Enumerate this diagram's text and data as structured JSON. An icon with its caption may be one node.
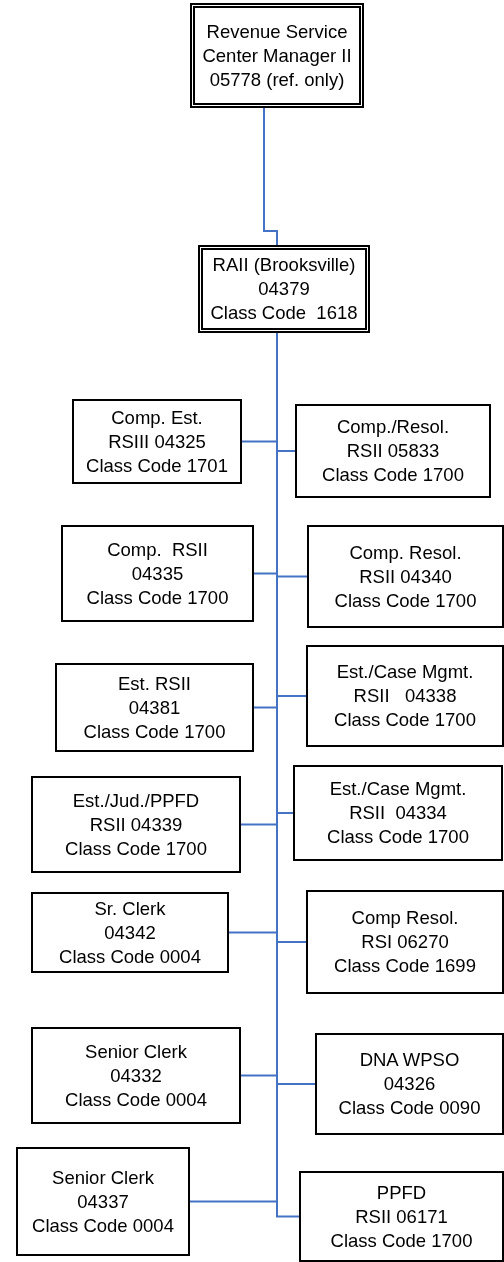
{
  "diagram": {
    "nodes": [
      {
        "text": [
          "Revenue Service",
          "Center Manager II",
          "05778 (ref. only)"
        ]
      },
      {
        "text": [
          "RAII (Brooksville)",
          "04379",
          "Class Code  1618"
        ]
      },
      {
        "text": [
          "Comp. Est.",
          "RSIII 04325",
          "Class Code 1701"
        ]
      },
      {
        "text": [
          "Comp./Resol.",
          "RSII 05833",
          "Class Code 1700"
        ]
      },
      {
        "text": [
          "Comp.  RSII",
          "04335",
          "Class Code 1700"
        ]
      },
      {
        "text": [
          "Comp. Resol.",
          "RSII 04340",
          "Class Code 1700"
        ]
      },
      {
        "text": [
          "Est./Case Mgmt.",
          "RSII   04338",
          "Class Code 1700"
        ]
      },
      {
        "text": [
          "Est. RSII",
          "04381",
          "Class Code 1700"
        ]
      },
      {
        "text": [
          "Est./Jud./PPFD",
          "RSII 04339",
          "Class Code 1700"
        ]
      },
      {
        "text": [
          "Est./Case Mgmt.",
          "RSII  04334",
          "Class Code 1700"
        ]
      },
      {
        "text": [
          "Sr. Clerk",
          "04342",
          "Class Code 0004"
        ]
      },
      {
        "text": [
          "Comp Resol.",
          "RSI 06270",
          "Class Code 1699"
        ]
      },
      {
        "text": [
          "Senior Clerk",
          "04332",
          "Class Code 0004"
        ]
      },
      {
        "text": [
          "DNA WPSO",
          "04326",
          "Class Code 0090"
        ]
      },
      {
        "text": [
          "Senior Clerk",
          "04337",
          "Class Code 0004"
        ]
      },
      {
        "text": [
          "PPFD",
          "RSII 06171",
          "Class Code 1700"
        ]
      }
    ],
    "edges": [
      {
        "from": 0,
        "to": 1,
        "arrow": "none"
      },
      {
        "from": 1,
        "to": 2,
        "arrow": "none"
      },
      {
        "from": 1,
        "to": 3,
        "arrow": "none"
      },
      {
        "from": 1,
        "to": 4,
        "arrow": "none"
      },
      {
        "from": 1,
        "to": 5,
        "arrow": "none"
      },
      {
        "from": 1,
        "to": 6,
        "arrow": "none"
      },
      {
        "from": 1,
        "to": 7,
        "arrow": "none"
      },
      {
        "from": 1,
        "to": 8,
        "arrow": "none"
      },
      {
        "from": 1,
        "to": 9,
        "arrow": "none"
      },
      {
        "from": 1,
        "to": 10,
        "arrow": "none"
      },
      {
        "from": 1,
        "to": 11,
        "arrow": "none"
      },
      {
        "from": 1,
        "to": 12,
        "arrow": "none"
      },
      {
        "from": 1,
        "to": 13,
        "arrow": "none"
      },
      {
        "from": 1,
        "to": 14,
        "arrow": "none"
      },
      {
        "from": 1,
        "to": 15,
        "arrow": "none"
      }
    ]
  }
}
